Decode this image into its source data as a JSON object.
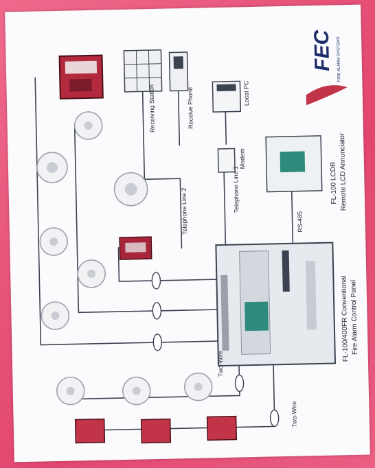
{
  "brand": {
    "logo_text": "FEC",
    "sub_text": "FIRE ALARM SYSTEMS"
  },
  "panel": {
    "line1": "FL-100/400FR Conventional",
    "line2": "Fire Alarm Control Panel"
  },
  "annunciator": {
    "line1": "FL-100 LCDR",
    "line2": "Remote LCD Annunciator"
  },
  "labels": {
    "local_pc": "Local PC",
    "modem": "Modem",
    "telephone_line": "Telephone Line 1",
    "telephone_line_2": "Telephone Line 2",
    "receiving_station": "Receiving Station",
    "receive_phone": "Receive Phone",
    "rs485": "RS-485",
    "two_wire_1": "Two-Wire",
    "two_wire_2": "Two-Wire"
  },
  "colors": {
    "background": "#e8547a",
    "sheet": "#fbfbfd",
    "device_red": "#b3293e",
    "line": "#3b4250",
    "lcd": "#2e8a7c"
  }
}
